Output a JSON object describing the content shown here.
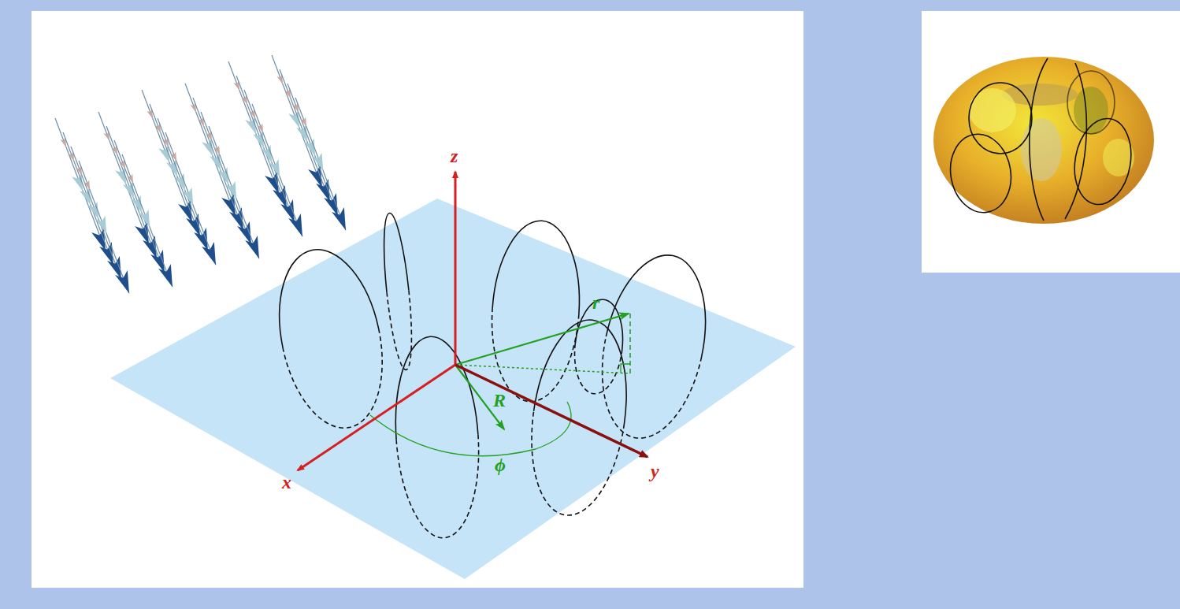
{
  "diagram": {
    "labels": [
      "z",
      "x",
      "y",
      "r",
      "R",
      "ϕ"
    ]
  }
}
